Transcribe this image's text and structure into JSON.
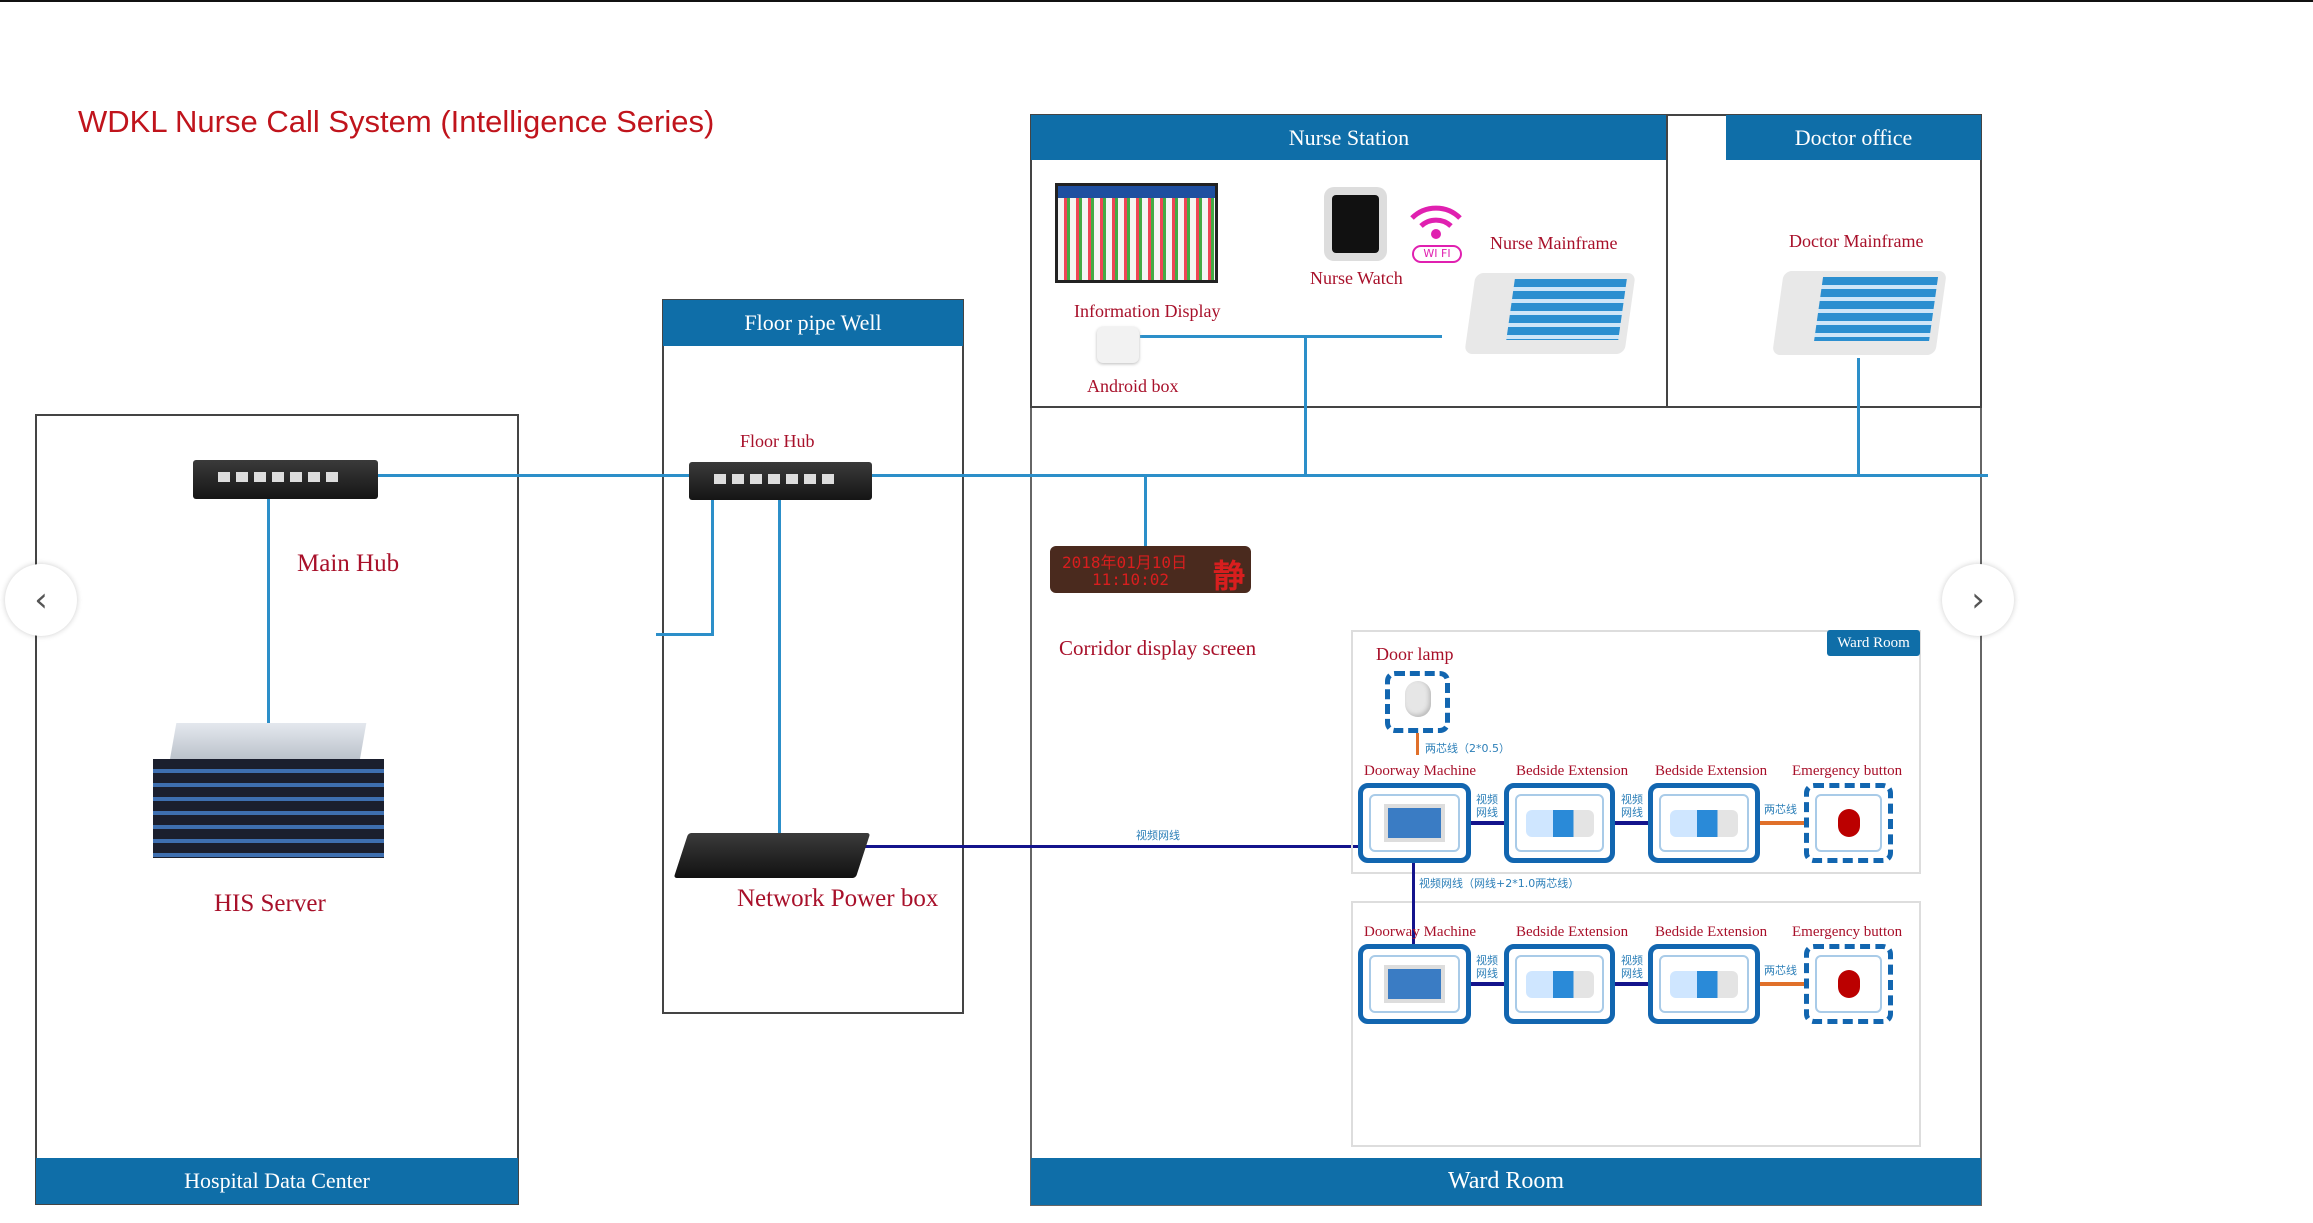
{
  "title": "WDKL Nurse Call System (Intelligence Series)",
  "sections": {
    "hospital_data_center": "Hospital Data Center",
    "floor_pipe_well": "Floor pipe Well",
    "nurse_station": "Nurse Station",
    "doctor_office": "Doctor office",
    "ward_room": "Ward Room"
  },
  "labels": {
    "main_hub": "Main Hub",
    "his_server": "HIS Server",
    "floor_hub": "Floor Hub",
    "network_power_box": "Network Power box",
    "information_display": "Information Display",
    "android_box": "Android box",
    "nurse_watch": "Nurse Watch",
    "nurse_mainframe": "Nurse Mainframe",
    "doctor_mainframe": "Doctor Mainframe",
    "corridor_display_screen": "Corridor display screen",
    "door_lamp": "Door lamp",
    "ward_room_badge": "Ward Room",
    "video_cable": "视频网线",
    "door_lamp_cable": "两芯线（2*0.5）",
    "riser_cable": "视频网线（网线+2*1.0两芯线）"
  },
  "corridor_display": {
    "date": "2018年01月10日",
    "time": "11:10:02",
    "status": "静"
  },
  "wifi_label": "WI FI",
  "ward_rows": [
    {
      "devices": [
        "Doorway Machine",
        "Bedside Extension",
        "Bedside Extension",
        "Emergency button"
      ],
      "connectors": [
        "视频\n网线",
        "视频\n网线",
        "两芯线"
      ]
    },
    {
      "devices": [
        "Doorway Machine",
        "Bedside Extension",
        "Bedside Extension",
        "Emergency button"
      ],
      "connectors": [
        "视频\n网线",
        "视频\n网线",
        "两芯线"
      ]
    }
  ],
  "colors": {
    "header": "#0f6ea8",
    "link": "#2c8fc9",
    "video_cable": "#14148c",
    "two_core_cable": "#e0702a",
    "label": "#a8102a"
  },
  "nav": {
    "prev": "‹",
    "next": "›"
  }
}
